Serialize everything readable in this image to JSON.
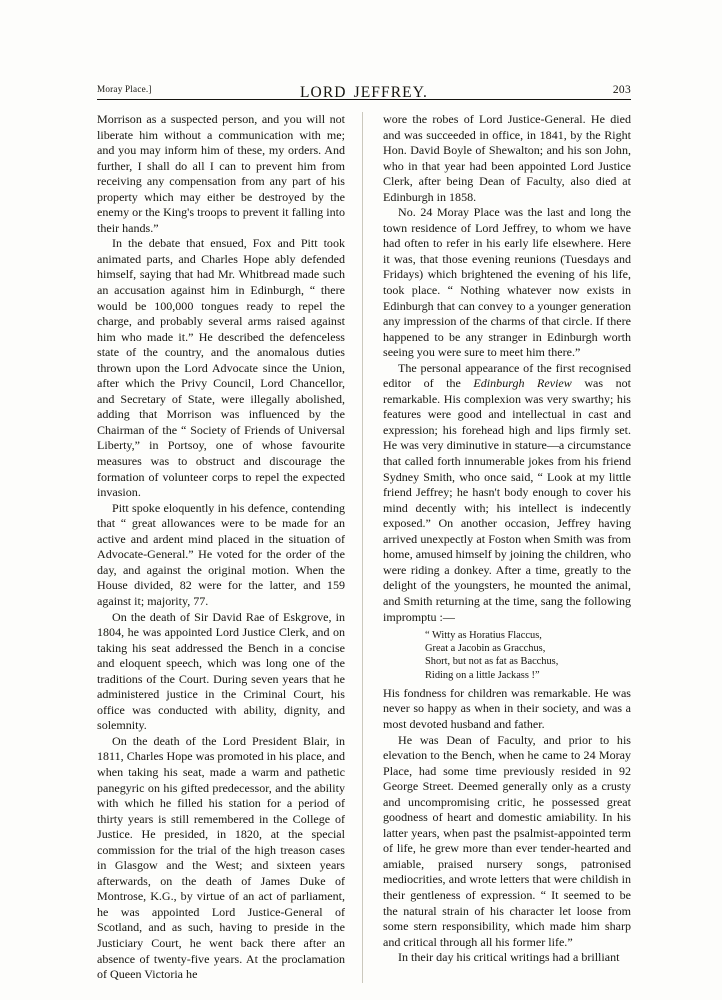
{
  "page": {
    "running_head_left": "Moray Place.]",
    "running_head_center_1": "LORD",
    "running_head_center_2": "JEFFREY.",
    "page_number": "203"
  },
  "left_column": {
    "paragraphs": [
      "Morrison as a suspected person, and you will not liberate him without a communication with me; and you may inform him of these, my orders. And further, I shall do all I can to prevent him from receiving any compensation from any part of his property which may either be destroyed by the enemy or the King's troops to prevent it falling into their hands.”",
      "In the debate that ensued, Fox and Pitt took animated parts, and Charles Hope ably defended himself, saying that had Mr. Whitbread made such an accusation against him in Edinburgh, “ there would be 100,000 tongues ready to repel the charge, and probably several arms raised against him who made it.” He described the defenceless state of the country, and the anomalous duties thrown upon the Lord Advocate since the Union, after which the Privy Council, Lord Chancellor, and Secretary of State, were illegally abolished, adding that Morrison was influenced by the Chairman of the “ Society of Friends of Universal Liberty,” in Portsoy, one of whose favourite measures was to obstruct and discourage the formation of volunteer corps to repel the expected invasion.",
      "Pitt spoke eloquently in his defence, contending that “ great allowances were to be made for an active and ardent mind placed in the situation of Advocate-General.” He voted for the order of the day, and against the original motion. When the House divided, 82 were for the latter, and 159 against it; majority, 77.",
      "On the death of Sir David Rae of Eskgrove, in 1804, he was appointed Lord Justice Clerk, and on taking his seat addressed the Bench in a concise and eloquent speech, which was long one of the traditions of the Court. During seven years that he administered justice in the Criminal Court, his office was conducted with ability, dignity, and solemnity.",
      "On the death of the Lord President Blair, in 1811, Charles Hope was promoted in his place, and when taking his seat, made a warm and pathetic panegyric on his gifted predecessor, and the ability with which he filled his station for a period of thirty years is still remembered in the College of Justice. He presided, in 1820, at the special commission for the trial of the high treason cases in Glasgow and the West; and sixteen years afterwards, on the death of James Duke of Montrose, K.G., by virtue of an act of parliament, he was appointed Lord Justice-General of Scotland, and as such, having to preside in the Justiciary Court, he went back there after an absence of twenty-five years. At the proclamation of Queen Victoria he"
    ]
  },
  "right_column": {
    "paragraph_1": "wore the robes of Lord Justice-General. He died and was succeeded in office, in 1841, by the Right Hon. David Boyle of Shewalton; and his son John, who in that year had been appointed Lord Justice Clerk, after being Dean of Faculty, also died at Edinburgh in 1858.",
    "paragraph_2": "No. 24 Moray Place was the last and long the town residence of Lord Jeffrey, to whom we have had often to refer in his early life elsewhere. Here it was, that those evening reunions (Tuesdays and Fridays) which brightened the evening of his life, took place. “ Nothing whatever now exists in Edinburgh that can convey to a younger generation any impression of the charms of that circle. If there happened to be any stranger in Edinburgh worth seeing you were sure to meet him there.”",
    "paragraph_3_before_italic": "The personal appearance of the first recognised editor of the ",
    "paragraph_3_italic": "Edinburgh Review",
    "paragraph_3_after_italic": " was not remarkable. His complexion was very swarthy; his features were good and intellectual in cast and expression; his forehead high and lips firmly set. He was very diminutive in stature—a circumstance that called forth innumerable jokes from his friend Sydney Smith, who once said, “ Look at my little friend Jeffrey; he hasn't body enough to cover his mind decently with; his intellect is indecently exposed.” On another occasion, Jeffrey having arrived unexpectly at Foston when Smith was from home, amused himself by joining the children, who were riding a donkey. After a time, greatly to the delight of the youngsters, he mounted the animal, and Smith returning at the time, sang the following impromptu :—",
    "verse_lines": [
      "“ Witty as Horatius Flaccus,",
      "Great a Jacobin as Gracchus,",
      "Short, but not as fat as Bacchus,",
      "Riding on a little Jackass !”"
    ],
    "paragraph_4": "His fondness for children was remarkable. He was never so happy as when in their society, and was a most devoted husband and father.",
    "paragraph_5": "He was Dean of Faculty, and prior to his elevation to the Bench, when he came to 24 Moray Place, had some time previously resided in 92 George Street. Deemed generally only as a crusty and uncompromising critic, he possessed great goodness of heart and domestic amiability. In his latter years, when past the psalmist-appointed term of life, he grew more than ever tender-hearted and amiable, praised nursery songs, patronised mediocrities, and wrote letters that were childish in their gentleness of expression. “ It seemed to be the natural strain of his character let loose from some stern responsibility, which made him sharp and critical through all his former life.”",
    "paragraph_6": "In their day his critical writings had a brilliant"
  }
}
